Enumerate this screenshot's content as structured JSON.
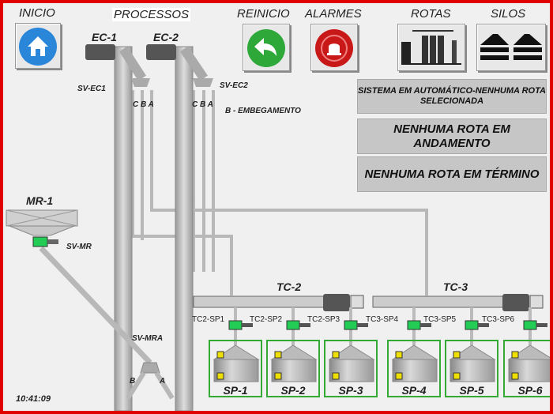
{
  "nav": {
    "inicio": "INICIO",
    "processos": "PROCESSOS",
    "reinicio": "REINICIO",
    "alarmes": "ALARMES",
    "rotas": "ROTAS",
    "silos": "SILOS"
  },
  "status": {
    "line1": "SISTEMA EM AUTOMÁTICO-NENHUMA ROTA SELECIONADA",
    "line2": "NENHUMA ROTA EM ANDAMENTO",
    "line3": "NENHUMA ROTA EM TÉRMINO"
  },
  "process": {
    "ec1": "EC-1",
    "ec2": "EC-2",
    "sv_ec1": "SV-EC1",
    "sv_ec2": "SV-EC2",
    "ec1_outlets": "C B A",
    "ec2_outlets": "C B A",
    "embegamento": "B - EMBEGAMENTO",
    "mr1": "MR-1",
    "sv_mr": "SV-MR",
    "sv_mra": "SV-MRA",
    "mra_b": "B",
    "mra_a": "A",
    "tc2": "TC-2",
    "tc3": "TC-3",
    "valves": [
      "TC2-SP1",
      "TC2-SP2",
      "TC2-SP3",
      "TC3-SP4",
      "TC3-SP5",
      "TC3-SP6"
    ],
    "silos": [
      "SP-1",
      "SP-2",
      "SP-3",
      "SP-4",
      "SP-5",
      "SP-6"
    ]
  },
  "clock": "10:41:09",
  "colors": {
    "frame": "#e00000",
    "valve_on": "#22cc55",
    "silo_border": "#33aa33",
    "level_sensor": "#f0e000"
  }
}
